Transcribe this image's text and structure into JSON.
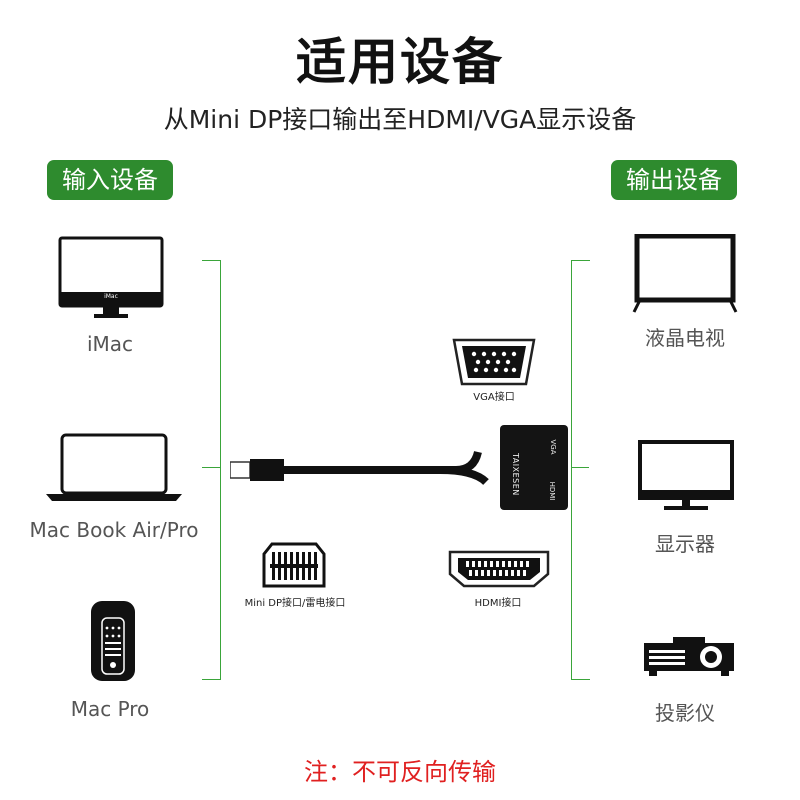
{
  "title": "适用设备",
  "subtitle": "从Mini DP接口输出至HDMI/VGA显示设备",
  "input_badge": "输入设备",
  "output_badge": "输出设备",
  "inputs": [
    {
      "label": "iMac",
      "screen_text": "iMac"
    },
    {
      "label": "Mac Book Air/Pro"
    },
    {
      "label": "Mac Pro"
    }
  ],
  "outputs": [
    {
      "label": "液晶电视"
    },
    {
      "label": "显示器"
    },
    {
      "label": "投影仪"
    }
  ],
  "adapter": {
    "brand": "TAIXESEN",
    "port_vga": "VGA",
    "port_hdmi": "HDMI"
  },
  "connectors": {
    "vga": "VGA接口",
    "minidp": "Mini DP接口/雷电接口",
    "hdmi": "HDMI接口"
  },
  "note": "注：不可反向传输",
  "colors": {
    "accent_green": "#2e8b2e",
    "note_red": "#e02020"
  }
}
